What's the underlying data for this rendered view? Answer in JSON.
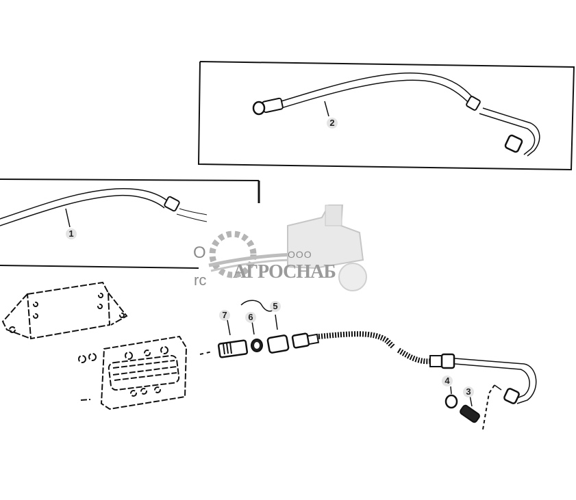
{
  "diagram": {
    "type": "exploded-parts-diagram",
    "description": "Fuel injection line assembly with callout numbers",
    "callouts": [
      {
        "id": "1",
        "label": "1",
        "part": "pipe-line-inset-left"
      },
      {
        "id": "2",
        "label": "2",
        "part": "pipe-line-inset-top-right"
      },
      {
        "id": "3",
        "label": "3",
        "part": "fitting-nipple"
      },
      {
        "id": "4",
        "label": "4",
        "part": "sealing-washer"
      },
      {
        "id": "5",
        "label": "5",
        "part": "hose-assembly"
      },
      {
        "id": "6",
        "label": "6",
        "part": "seal-ring"
      },
      {
        "id": "7",
        "label": "7",
        "part": "adapter-fitting"
      }
    ],
    "insets": [
      {
        "name": "inset-box-top-right",
        "contains_callout": "2"
      },
      {
        "name": "inset-box-left",
        "contains_callout": "1"
      }
    ]
  },
  "watermark": {
    "company_prefix": "ООО",
    "company_name": "АГРОСНАБ",
    "fragment_left_top": "O",
    "fragment_left_bottom": "rc",
    "color": "#9a9a9a"
  },
  "colors": {
    "line": "#111111",
    "background": "#ffffff",
    "callout_bg": "#e4e4e4",
    "watermark": "#a8a8a8"
  }
}
